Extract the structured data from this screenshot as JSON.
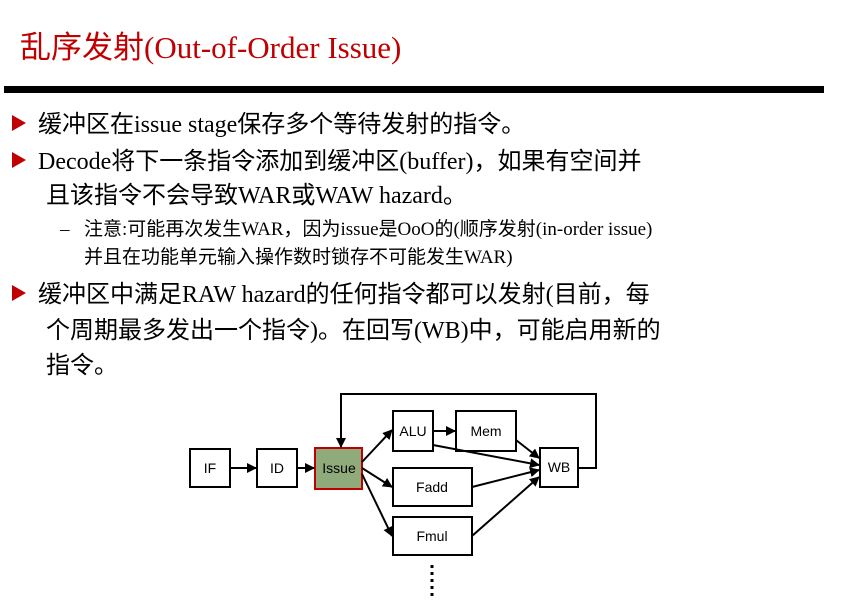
{
  "title": "乱序发射(Out-of-Order Issue)",
  "bullets": [
    {
      "lines": [
        "缓冲区在issue stage保存多个等待发射的指令。"
      ]
    },
    {
      "lines": [
        "Decode将下一条指令添加到缓冲区(buffer)，如果有空间并",
        "且该指令不会导致WAR或WAW hazard。"
      ],
      "sub": {
        "dash": "–",
        "lines": [
          "注意:可能再次发生WAR，因为issue是OoO的(顺序发射(in-order issue)",
          "并且在功能单元输入操作数时锁存不可能发生WAR)"
        ]
      }
    },
    {
      "lines": [
        "缓冲区中满足RAW hazard的任何指令都可以发射(目前，每",
        "个周期最多发出一个指令)。在回写(WB)中，可能启用新的",
        "指令。"
      ]
    }
  ],
  "diagram": {
    "nodes": {
      "if": "IF",
      "id": "ID",
      "issue": "Issue",
      "alu": "ALU",
      "mem": "Mem",
      "fadd": "Fadd",
      "fmul": "Fmul",
      "wb": "WB"
    },
    "colors": {
      "issue_fill": "#8faa7b",
      "issue_border": "#c00000",
      "bullet": "#c00000",
      "title": "#c00000"
    }
  }
}
